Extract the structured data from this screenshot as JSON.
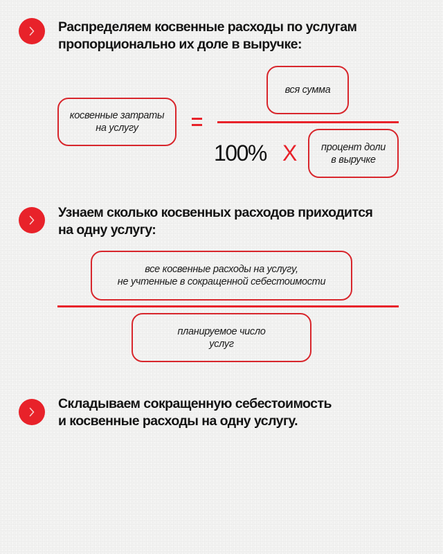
{
  "colors": {
    "accent": "#e8222a",
    "box_border": "#d8262c",
    "text": "#141414",
    "background": "#f2f2f1"
  },
  "steps": [
    {
      "icon": "chevron-right-icon",
      "heading": "Распределяем косвенные расходы по услугам\nпропорционально их доле в выручке:"
    },
    {
      "icon": "chevron-right-icon",
      "heading": "Узнаем сколько косвенных расходов приходится\nна одну услугу:"
    },
    {
      "icon": "chevron-right-icon",
      "heading": "Складываем сокращенную себестоимость\nи косвенные расходы на одну услугу."
    }
  ],
  "formula1": {
    "result_term": "косвенные затраты\nна услугу",
    "equals": "=",
    "numerator_term": "вся сумма",
    "denominator_constant": "100%",
    "operator": "X",
    "denominator_term": "процент доли\nв выручке"
  },
  "formula2": {
    "numerator_term": "все косвенные расходы на услугу,\nне учтенные в сокращенной себестоимости",
    "denominator_term": "планируемое число\nуслуг"
  }
}
